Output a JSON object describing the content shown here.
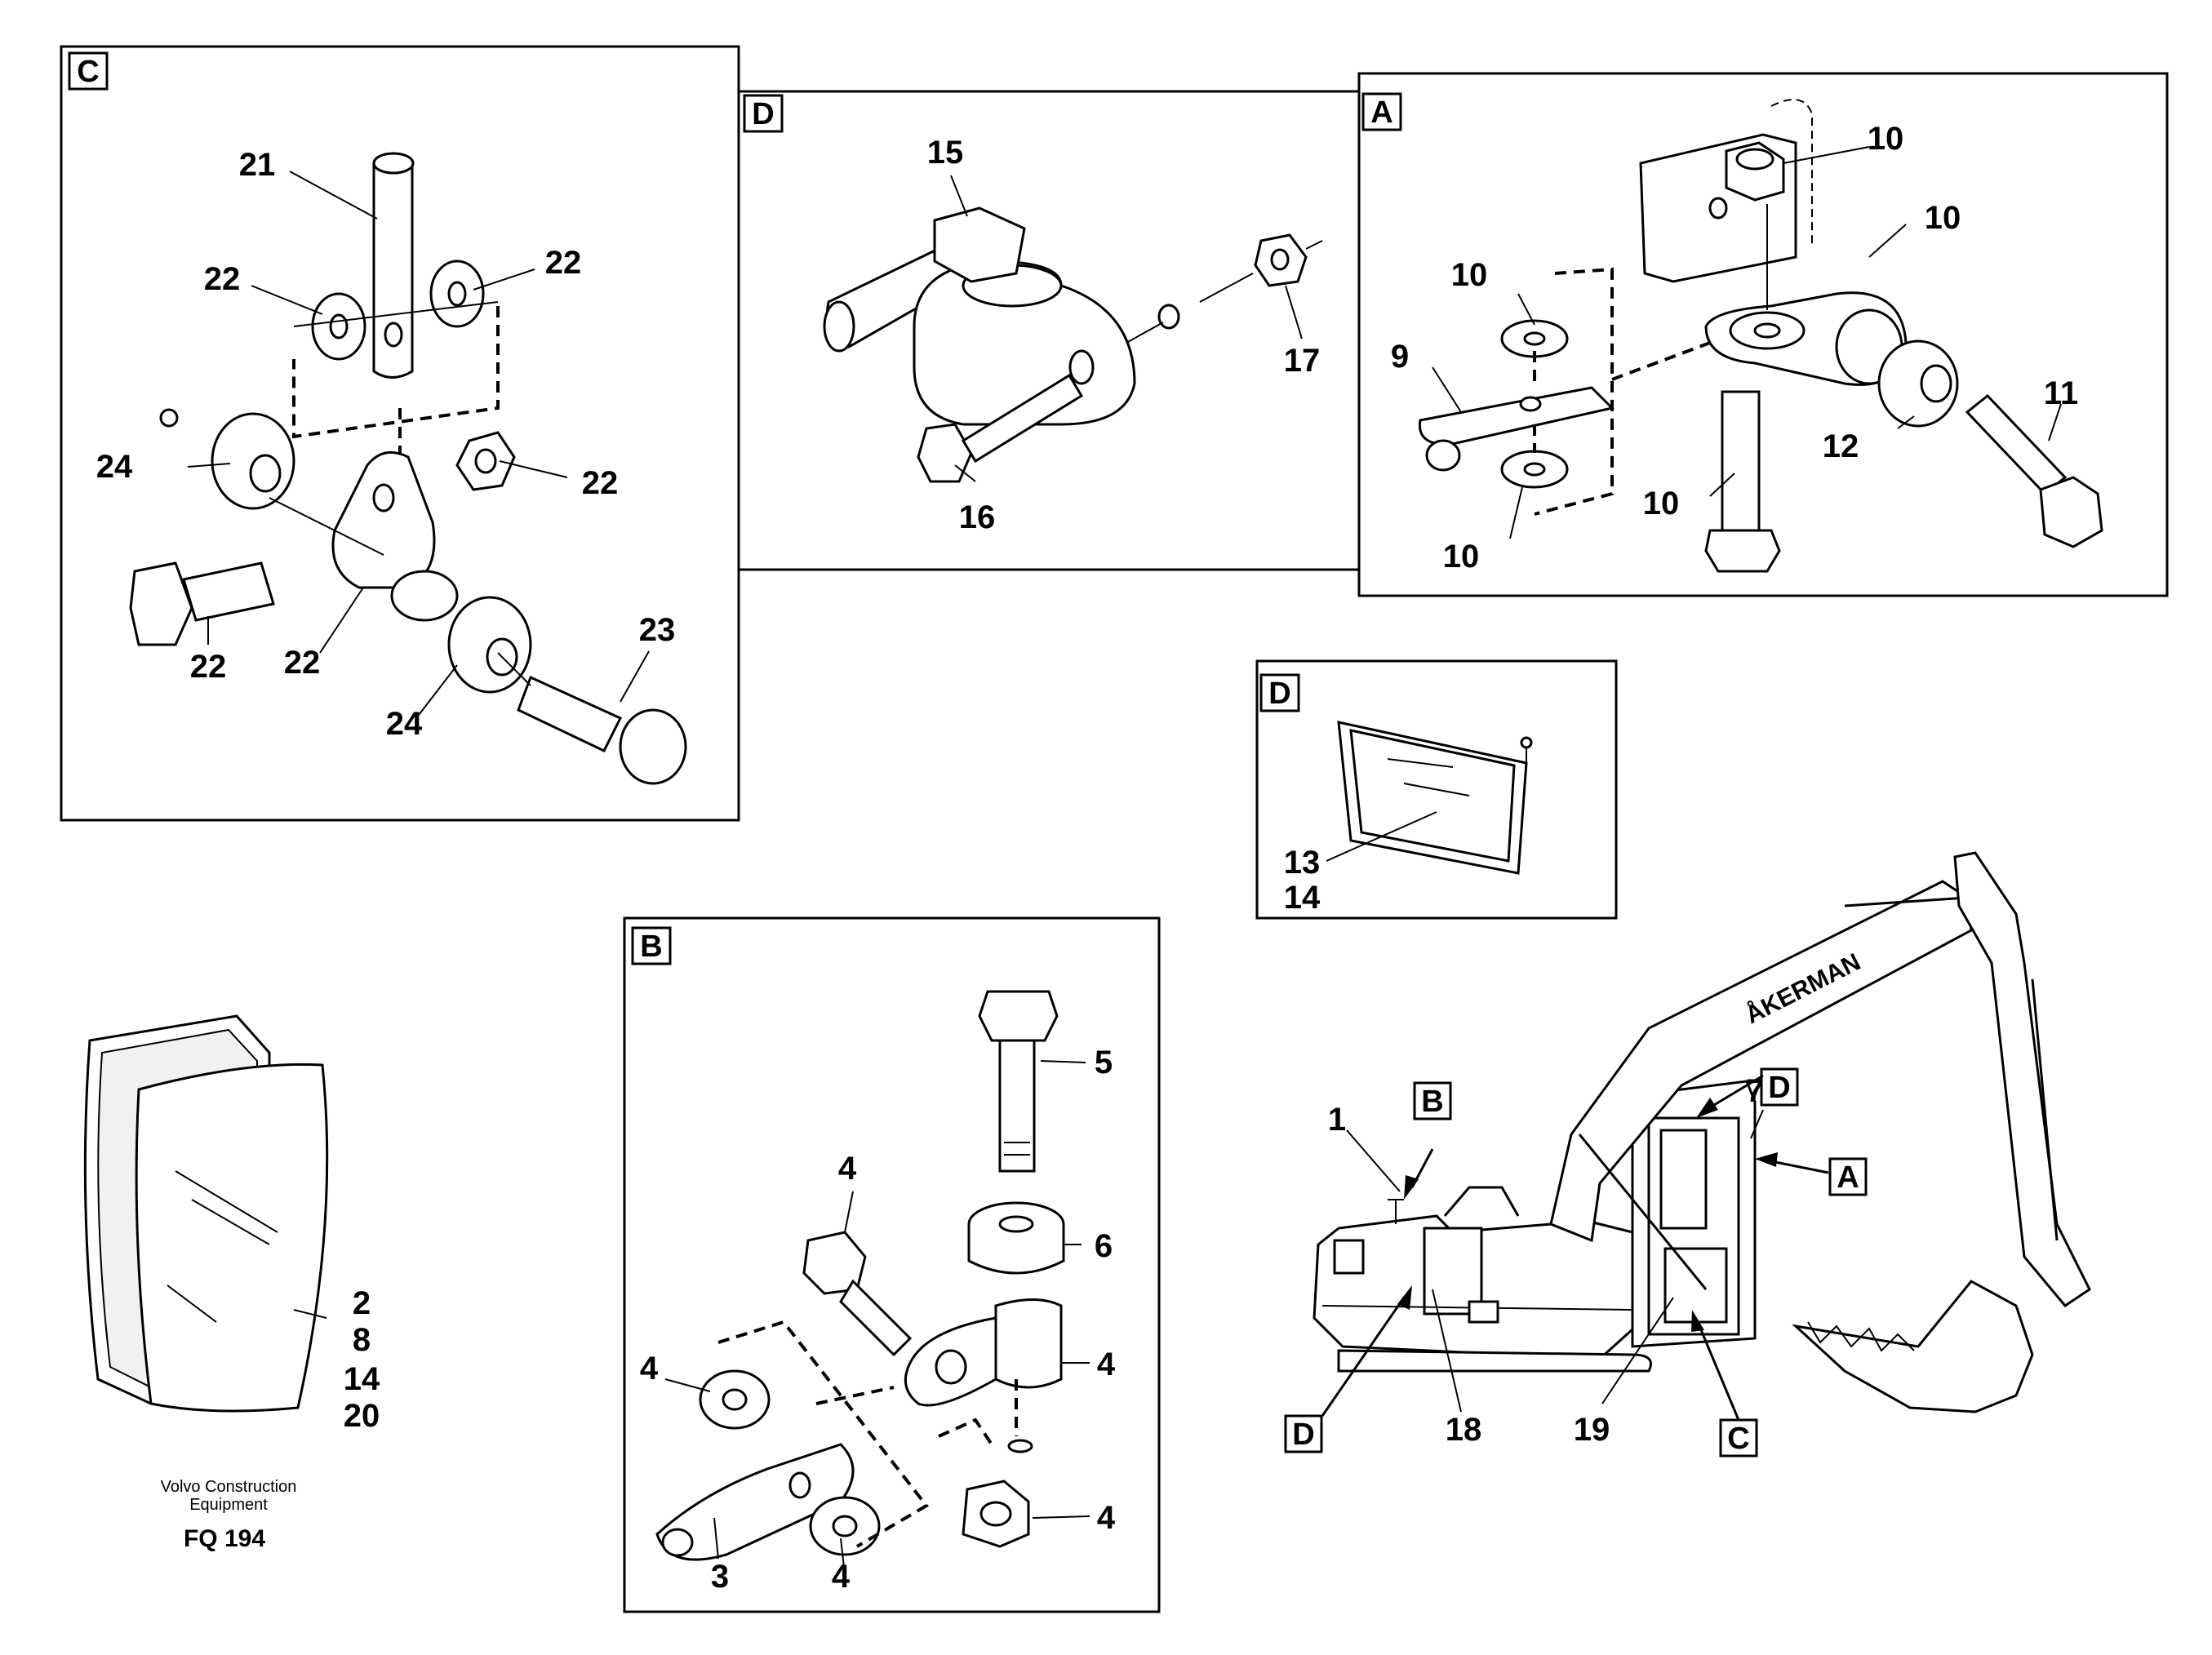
{
  "detail_letters": {
    "c": "C",
    "d1": "D",
    "a": "A",
    "d2": "D",
    "b": "B"
  },
  "callouts": {
    "c": {
      "p21": "21",
      "p22a": "22",
      "p22b": "22",
      "p22c": "22",
      "p22d": "22",
      "p22e": "22",
      "p24a": "24",
      "p24b": "24",
      "p23": "23"
    },
    "d1": {
      "p15": "15",
      "p16": "16",
      "p17": "17"
    },
    "a": {
      "p10a": "10",
      "p10b": "10",
      "p10c": "10",
      "p10d": "10",
      "p10e": "10",
      "p9": "9",
      "p11": "11",
      "p12": "12"
    },
    "d2": {
      "p13": "13",
      "p14": "14"
    },
    "mirror": {
      "p2": "2",
      "p8": "8",
      "p14": "14",
      "p20": "20"
    },
    "b": {
      "p5": "5",
      "p6": "6",
      "p4a": "4",
      "p4b": "4",
      "p4c": "4",
      "p4d": "4",
      "p4e": "4",
      "p3": "3"
    },
    "overview": {
      "p1": "1",
      "p7": "7",
      "p18": "18",
      "p19": "19",
      "tagB": "B",
      "tagD1": "D",
      "tagA": "A",
      "tagD2": "D",
      "tagC": "C"
    }
  },
  "machine_brand": "ÅKERMAN",
  "footer": {
    "company_line1": "Volvo Construction",
    "company_line2": "Equipment",
    "code": "FQ 194"
  }
}
